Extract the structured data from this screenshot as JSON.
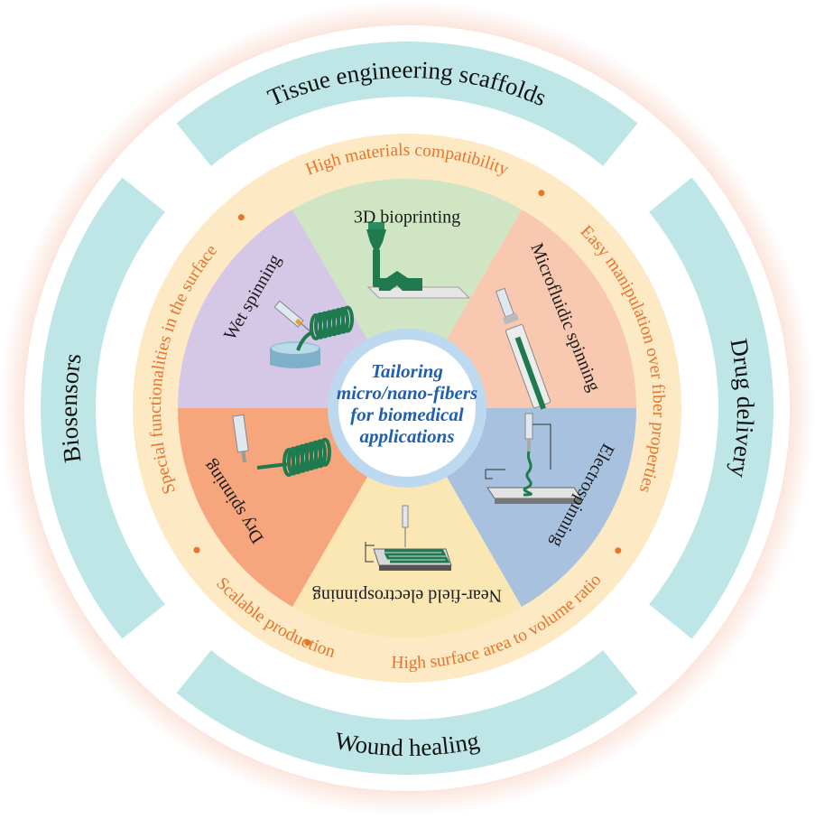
{
  "colors": {
    "glow": "#f7c9b8",
    "outer_ring": "#ffffff",
    "application_band": "#bfe6e6",
    "feature_ring": "#fde9c4",
    "feature_text": "#e8742a",
    "center_ring": "#bcd9ef",
    "center_text": "#1f5fb0",
    "sector_3d_bioprinting": "#cfe5c4",
    "sector_microfluidic": "#f8c9b0",
    "sector_electrospinning": "#a7c1df",
    "sector_near_field": "#fbe7b4",
    "sector_dry_spinning": "#f7a57c",
    "sector_wet_spinning": "#d5c8e6",
    "fiber_green": "#1f7a4f"
  },
  "center": {
    "lines": [
      "Tailoring",
      "micro/nano-fibers",
      "for biomedical",
      "applications"
    ]
  },
  "applications": [
    {
      "label": "Tissue engineering scaffolds"
    },
    {
      "label": "Drug delivery"
    },
    {
      "label": "Wound healing"
    },
    {
      "label": "Biosensors"
    }
  ],
  "features": [
    {
      "label": "High materials compatibility"
    },
    {
      "label": "Easy manipulation over fiber properties"
    },
    {
      "label": "High surface area to volume ratio"
    },
    {
      "label": "Scalable production"
    },
    {
      "label": "Special functionalities in the surface"
    }
  ],
  "methods": [
    {
      "label": "3D bioprinting",
      "icon": "bioprinter-icon"
    },
    {
      "label": "Microfluidic spinning",
      "icon": "microfluidic-chip-icon"
    },
    {
      "label": "Electrospinning",
      "icon": "electrospinning-setup-icon"
    },
    {
      "label": "Near-field electrospinning",
      "icon": "near-field-setup-icon"
    },
    {
      "label": "Dry spinning",
      "icon": "dry-spinning-syringe-icon"
    },
    {
      "label": "Wet spinning",
      "icon": "wet-spinning-bath-icon"
    }
  ]
}
